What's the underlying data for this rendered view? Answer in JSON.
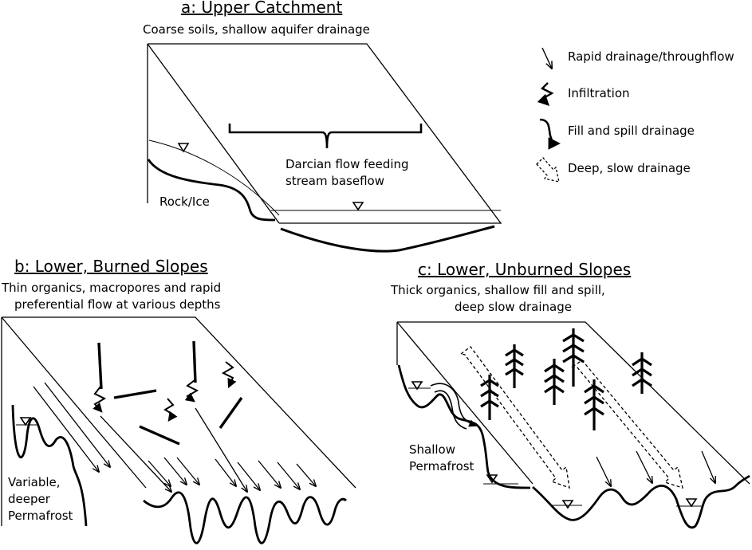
{
  "panels": {
    "a": {
      "title": "a: Upper Catchment",
      "subtitle": "Coarse soils, shallow aquifer drainage",
      "label_rock": "Rock/Ice",
      "label_darcian_1": "Darcian flow feeding",
      "label_darcian_2": "stream baseflow"
    },
    "b": {
      "title": "b: Lower, Burned Slopes",
      "subtitle_1": "Thin organics, macropores and rapid",
      "subtitle_2": "preferential flow at various depths",
      "label_1": "Variable,",
      "label_2": "deeper",
      "label_3": "Permafrost"
    },
    "c": {
      "title": "c: Lower, Unburned Slopes",
      "subtitle_1": "Thick organics, shallow fill and spill,",
      "subtitle_2": "deep slow drainage",
      "label_1": "Shallow",
      "label_2": "Permafrost"
    }
  },
  "legend": {
    "items": [
      {
        "icon": "rapid-drainage-arrow-icon",
        "label": "Rapid drainage/throughflow"
      },
      {
        "icon": "infiltration-squiggle-icon",
        "label": "Infiltration"
      },
      {
        "icon": "fill-spill-curve-icon",
        "label": "Fill and spill drainage"
      },
      {
        "icon": "deep-slow-dashed-arrow-icon",
        "label": "Deep, slow drainage"
      }
    ]
  }
}
